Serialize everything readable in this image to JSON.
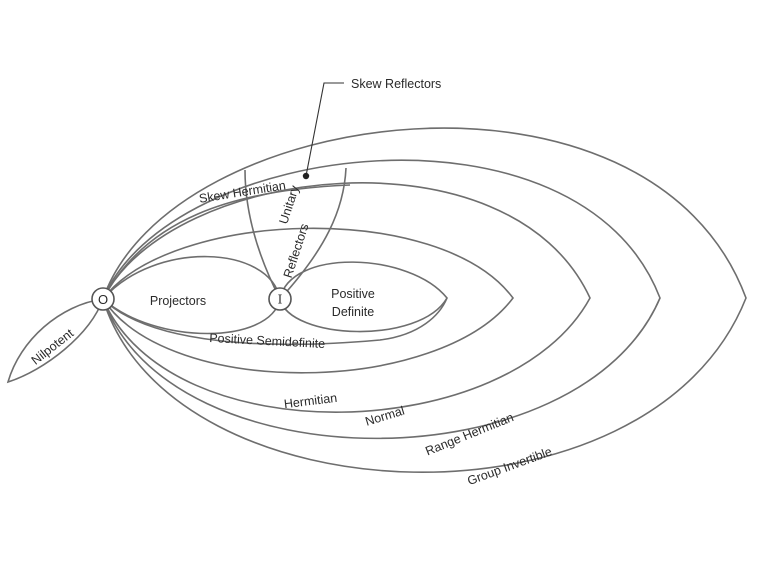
{
  "diagram": {
    "nodes": {
      "zero": "O",
      "identity": "I"
    },
    "labels": {
      "nilpotent": "Nilpotent",
      "projectors": "Projectors",
      "positive_definite_line1": "Positive",
      "positive_definite_line2": "Definite",
      "positive_semidefinite": "Positive Semidefinite",
      "skew_hermitian": "Skew Hermitian",
      "unitary": "Unitary",
      "reflectors": "Reflectors",
      "skew_reflectors": "Skew Reflectors",
      "hermitian": "Hermitian",
      "normal": "Normal",
      "range_hermitian": "Range Hermitian",
      "group_invertible": "Group Invertible"
    }
  }
}
